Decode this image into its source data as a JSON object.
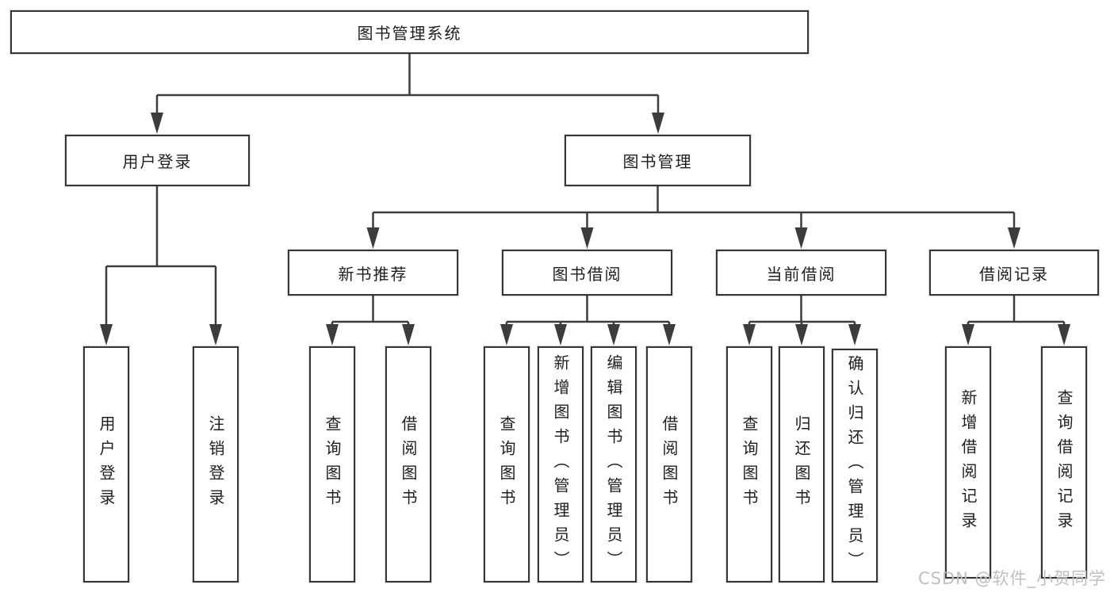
{
  "tree": {
    "root": {
      "label": "图书管理系统"
    },
    "login_branch": {
      "label": "用户登录",
      "children": [
        {
          "label": "用户登录"
        },
        {
          "label": "注销登录"
        }
      ]
    },
    "management_branch": {
      "label": "图书管理",
      "groups": [
        {
          "label": "新书推荐",
          "children": [
            {
              "label": "查询图书"
            },
            {
              "label": "借阅图书"
            }
          ]
        },
        {
          "label": "图书借阅",
          "children": [
            {
              "label": "查询图书"
            },
            {
              "label": "新增图书（管理员）"
            },
            {
              "label": "编辑图书（管理员）"
            },
            {
              "label": "借阅图书"
            }
          ]
        },
        {
          "label": "当前借阅",
          "children": [
            {
              "label": "查询图书"
            },
            {
              "label": "归还图书"
            },
            {
              "label": "确认归还（管理员）"
            }
          ]
        },
        {
          "label": "借阅记录",
          "children": [
            {
              "label": "新增借阅记录"
            },
            {
              "label": "查询借阅记录"
            }
          ]
        }
      ]
    }
  },
  "watermark": {
    "text": "CSDN @软件_小贺同学",
    "color": "#bfbfbf"
  },
  "colors": {
    "line": "#3c3c3c",
    "box_border": "#363636",
    "text": "#1e1e1e",
    "background": "#ffffff"
  }
}
